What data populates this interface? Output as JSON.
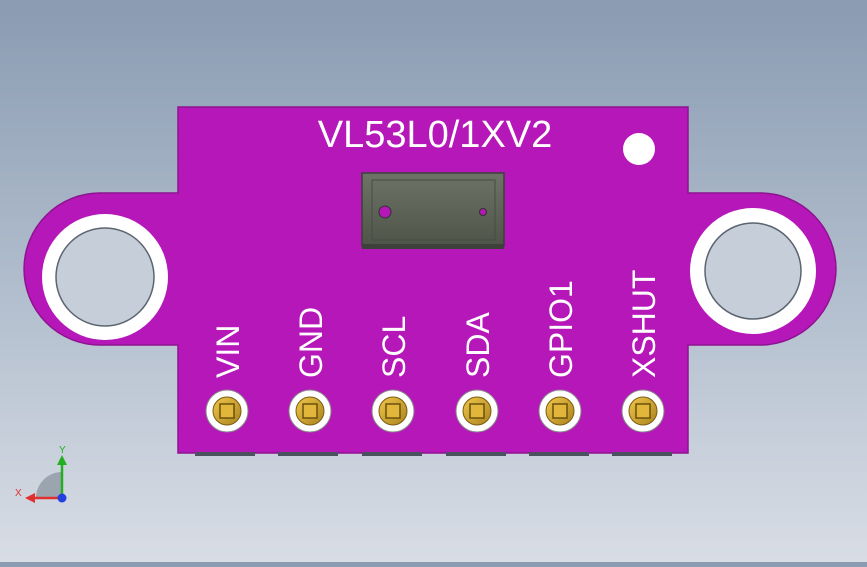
{
  "board": {
    "title": "VL53L0/1XV2",
    "color": "#b617b8",
    "edge_color": "#8e1390"
  },
  "pins": [
    {
      "label": "VIN"
    },
    {
      "label": "GND"
    },
    {
      "label": "SCL"
    },
    {
      "label": "SDA"
    },
    {
      "label": "GPIO1"
    },
    {
      "label": "XSHUT"
    }
  ],
  "sensor": {
    "color": "#5e6357"
  },
  "triad": {
    "x_label": "X",
    "y_label": "Y",
    "x_color": "#e03030",
    "y_color": "#22b022",
    "z_color": "#2040e0"
  }
}
